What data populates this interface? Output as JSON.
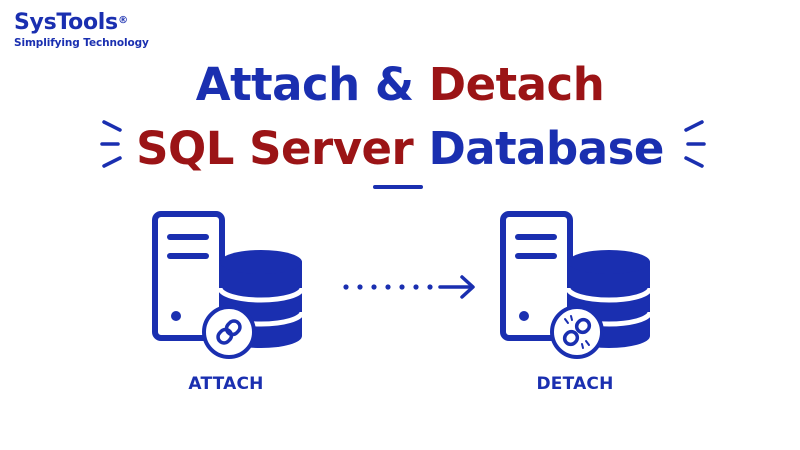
{
  "brand": {
    "name": "SysTools",
    "registered": "®",
    "tagline": "Simplifying Technology"
  },
  "headline": {
    "line1_part1": "Attach &",
    "line1_part2": "Detach",
    "line2_part1": "SQL Server",
    "line2_part2": "Database"
  },
  "diagram": {
    "left_label": "ATTACH",
    "right_label": "DETACH",
    "left_icons": [
      "server-icon",
      "database-icon",
      "link-icon"
    ],
    "right_icons": [
      "server-icon",
      "database-icon",
      "broken-link-icon"
    ]
  },
  "colors": {
    "blue": "#1a2fb0",
    "red": "#9b1416",
    "background": "#ffffff"
  }
}
